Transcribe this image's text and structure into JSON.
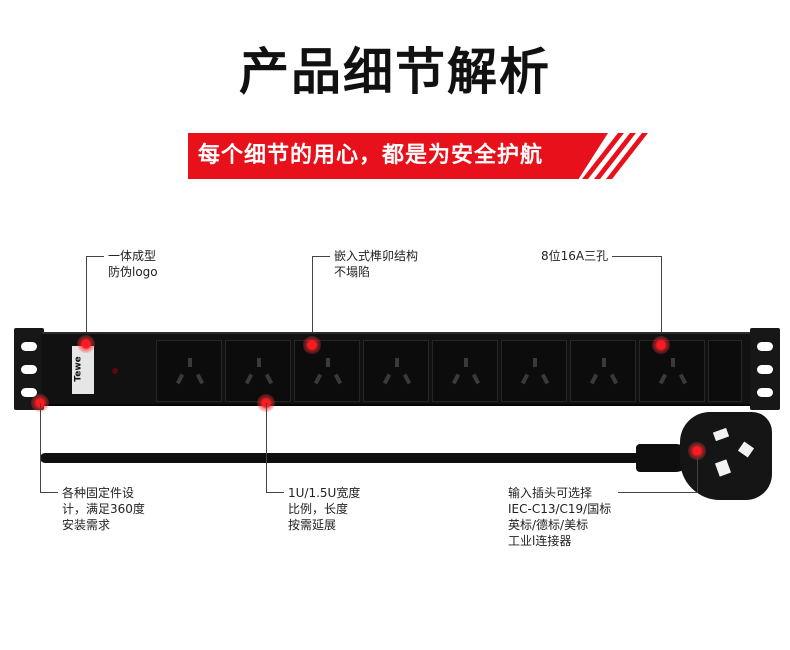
{
  "header": {
    "title": "产品细节解析",
    "banner": "每个细节的用心，都是为安全护航"
  },
  "annotations": {
    "integrated": {
      "line1": "一体成型",
      "line2": "防伪logo"
    },
    "mortise": {
      "line1": "嵌入式榫卯结构",
      "line2": "不塌陷"
    },
    "sockets": {
      "line1": "8位16A三孔"
    },
    "mounting": {
      "line1": "各种固定件设",
      "line2": "计，满足360度",
      "line3": "安装需求"
    },
    "width": {
      "line1": "1U/1.5U宽度",
      "line2": "比例，长度",
      "line3": "按需延展"
    },
    "plug": {
      "line1": "输入插头可选择",
      "line2": "IEC-C13/C19/国标",
      "line3": "英标/德标/美标",
      "line4": "工业l连接器"
    }
  },
  "product": {
    "logo": "Tewe",
    "socket_count": 8
  },
  "colors": {
    "accent": "#e8101a",
    "pdu_body": "#111111",
    "text": "#222222"
  }
}
